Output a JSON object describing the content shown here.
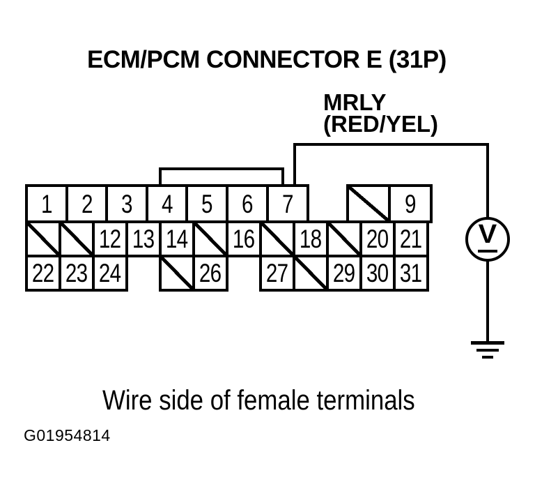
{
  "title": "ECM/PCM CONNECTOR E (31P)",
  "wire_label": {
    "line1": "MRLY",
    "line2": "(RED/YEL)"
  },
  "circuit": {
    "from_pin": "7",
    "signal": "MRLY",
    "wire_color": "(RED/YEL)",
    "meter_symbol": "V",
    "terminates_at": "ground"
  },
  "connector": {
    "name": "ECM/PCM Connector E (31P)",
    "rows": [
      {
        "cells": [
          "1",
          "2",
          "3",
          "4",
          "5",
          "6",
          "7",
          "/",
          "9"
        ]
      },
      {
        "cells": [
          "/",
          "/",
          "12",
          "13",
          "14",
          "/",
          "16",
          "/",
          "18",
          "/",
          "20",
          "21"
        ]
      },
      {
        "cells": [
          "22",
          "23",
          "24",
          "",
          "/",
          "26",
          "",
          "27",
          "/",
          "29",
          "30",
          "31"
        ]
      }
    ],
    "blocked_cell_marker": "/"
  },
  "caption": "Wire side of female terminals",
  "figure_id": "G01954814",
  "colors": {
    "ink": "#000000",
    "background": "#ffffff"
  }
}
